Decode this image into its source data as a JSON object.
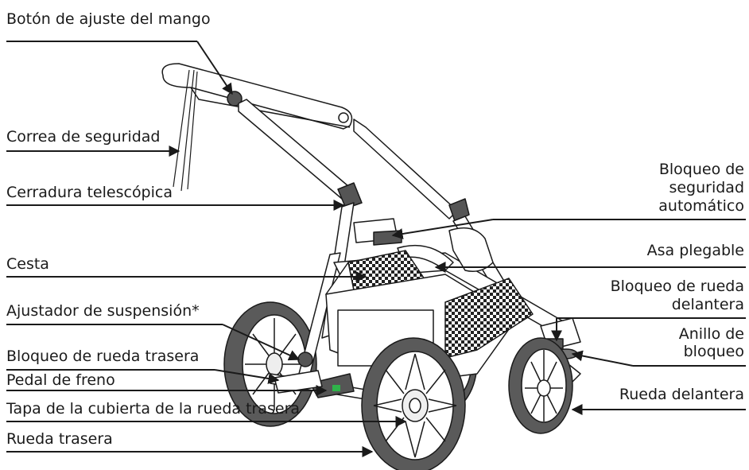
{
  "labels_left": {
    "handle_button": "Botón de ajuste del mango",
    "safety_strap": "Correa de seguridad",
    "telescopic_lock": "Cerradura telescópica",
    "basket": "Cesta",
    "suspension_adjuster": "Ajustador de suspensión*",
    "rear_wheel_lock": "Bloqueo de rueda trasera",
    "brake_pedal": "Pedal de freno",
    "rear_wheel_cover_cap": "Tapa de la cubierta de la rueda trasera",
    "rear_wheel": "Rueda trasera"
  },
  "labels_right": {
    "auto_safety_lock_line1": "Bloqueo de",
    "auto_safety_lock_line2": "seguridad",
    "auto_safety_lock_line3": "automático",
    "folding_handle": "Asa plegable",
    "front_wheel_lock_line1": "Bloqueo de rueda",
    "front_wheel_lock_line2": "delantera",
    "locking_ring_line1": "Anillo de",
    "locking_ring_line2": "bloqueo",
    "front_wheel": "Rueda delantera"
  },
  "colors": {
    "line": "#1a1a1a",
    "tire": "#555555",
    "frame_fill": "#ffffff",
    "accent_green": "#2fb34a"
  }
}
